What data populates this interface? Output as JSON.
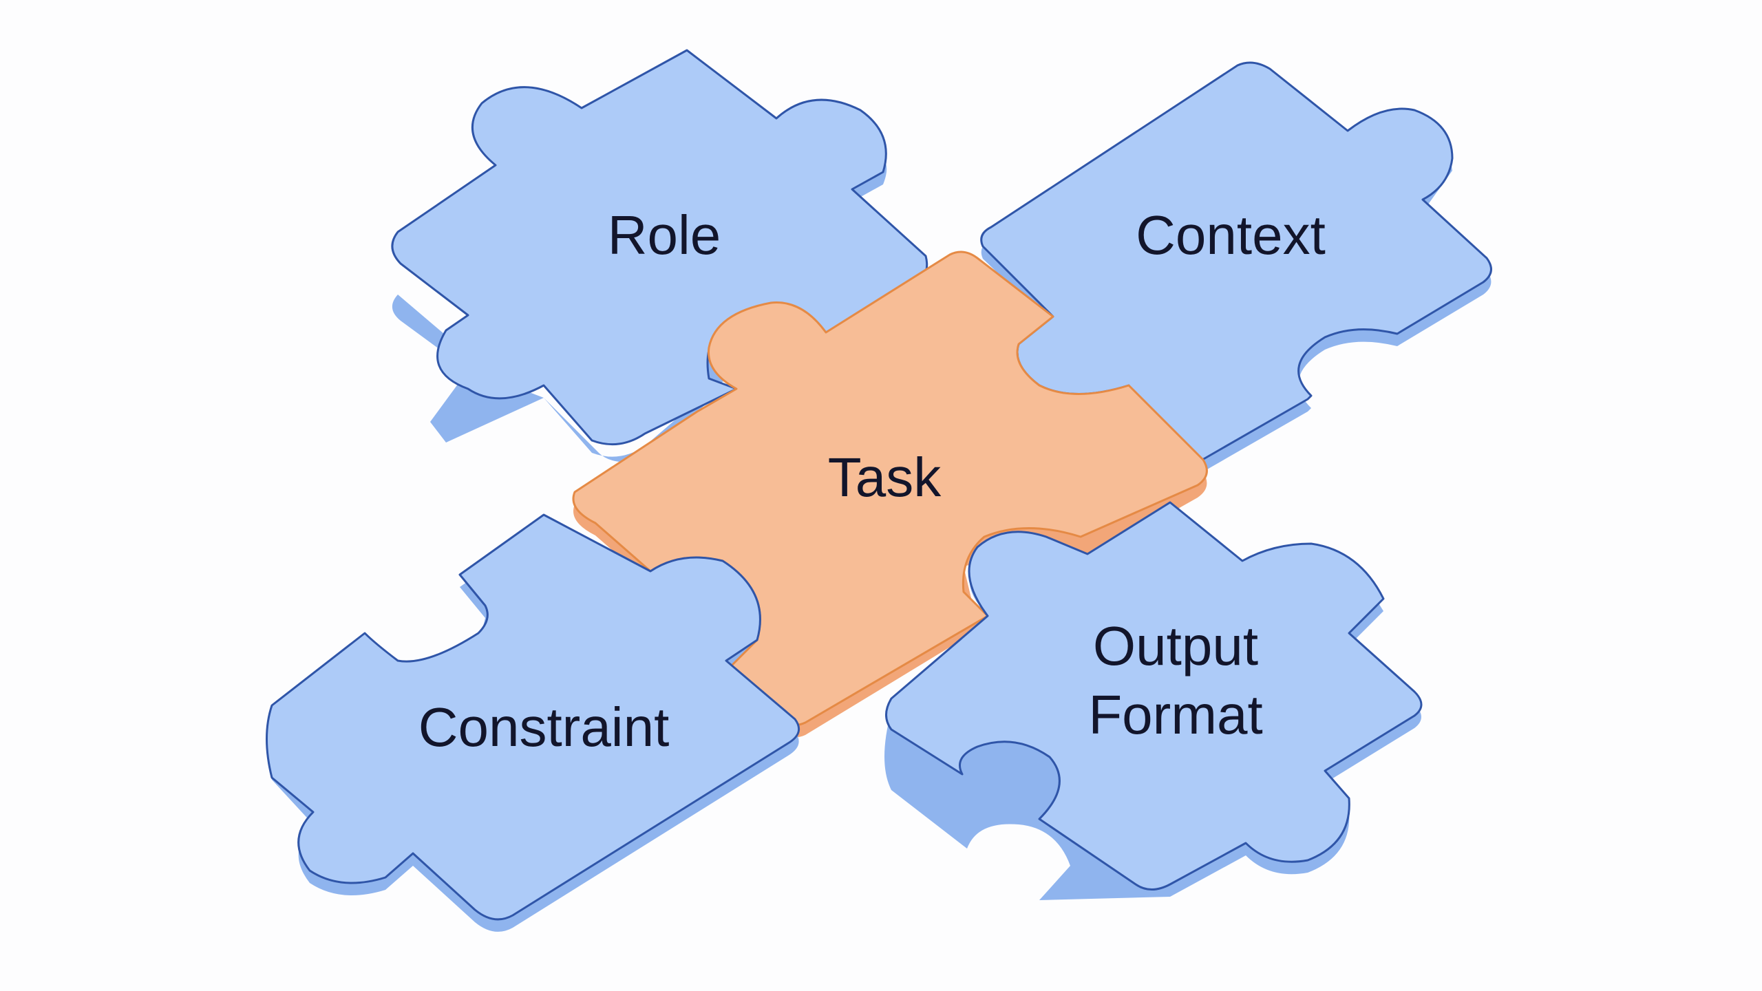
{
  "colors": {
    "background": "#fdfdfe",
    "outer_piece_fill": "#adcbf8",
    "outer_piece_side": "#8fb4ee",
    "outer_piece_outline": "#2f55a8",
    "center_piece_fill": "#f7bd96",
    "center_piece_side": "#f2a678",
    "center_piece_outline": "#e58a45",
    "label": "#12152b"
  },
  "pieces": {
    "role": {
      "label_lines": [
        "Role"
      ]
    },
    "context": {
      "label_lines": [
        "Context"
      ]
    },
    "task": {
      "label_lines": [
        "Task"
      ]
    },
    "constraint": {
      "label_lines": [
        "Constraint"
      ]
    },
    "output": {
      "label_lines": [
        "Output",
        "Format"
      ]
    }
  }
}
